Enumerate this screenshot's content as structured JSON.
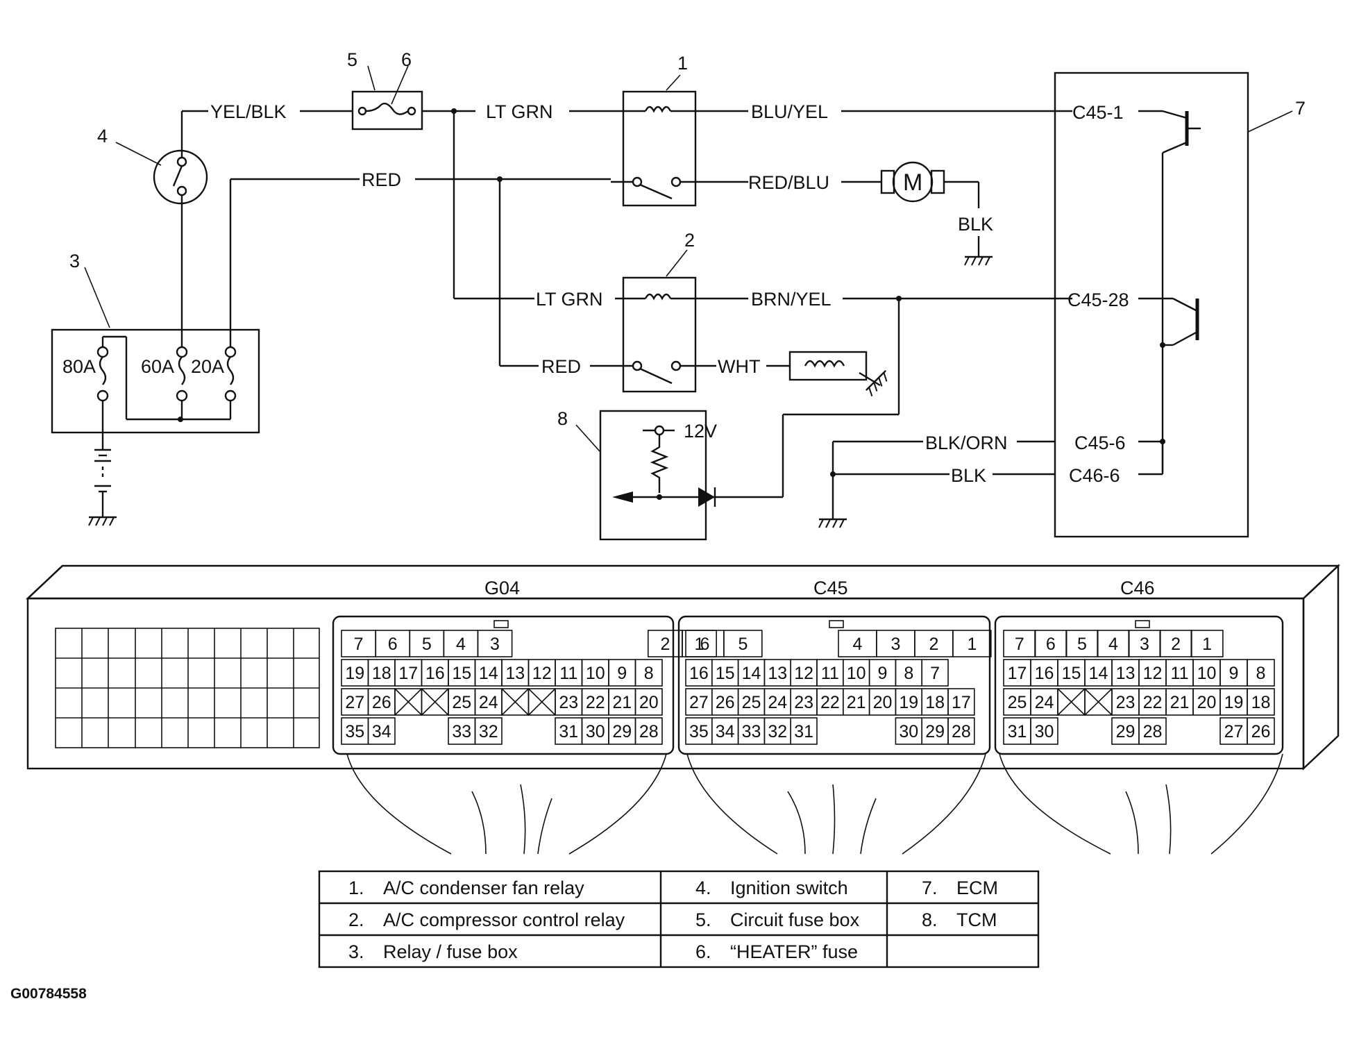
{
  "wires": {
    "yel_blk": "YEL/BLK",
    "lt_grn_1": "LT GRN",
    "lt_grn_2": "LT GRN",
    "red_1": "RED",
    "red_2": "RED",
    "blu_yel": "BLU/YEL",
    "red_blu": "RED/BLU",
    "blk_motor": "BLK",
    "brn_yel": "BRN/YEL",
    "wht": "WHT",
    "blk_orn": "BLK/ORN",
    "blk_ecm": "BLK"
  },
  "components": {
    "motor_symbol": "M",
    "voltage": "12V",
    "fuse_80": "80A",
    "fuse_60": "60A",
    "fuse_20": "20A"
  },
  "callouts": [
    "1",
    "2",
    "3",
    "4",
    "5",
    "6",
    "7",
    "8"
  ],
  "ecm_pins": {
    "c45_1": "C45-1",
    "c45_28": "C45-28",
    "c45_6": "C45-6",
    "c46_6": "C46-6"
  },
  "connectors": {
    "g04": {
      "name": "G04",
      "rows": [
        [
          "7",
          "6",
          "5",
          "4",
          "3",
          "2",
          "1"
        ],
        [
          "19",
          "18",
          "17",
          "16",
          "15",
          "14",
          "13",
          "12",
          "11",
          "10",
          "9",
          "8"
        ],
        [
          "27",
          "26",
          "25",
          "24",
          "23",
          "22",
          "21",
          "20"
        ],
        [
          "35",
          "34",
          "33",
          "32",
          "31",
          "30",
          "29",
          "28"
        ]
      ]
    },
    "c45": {
      "name": "C45",
      "rows": [
        [
          "6",
          "5",
          "4",
          "3",
          "2",
          "1"
        ],
        [
          "16",
          "15",
          "14",
          "13",
          "12",
          "11",
          "10",
          "9",
          "8",
          "7"
        ],
        [
          "27",
          "26",
          "25",
          "24",
          "23",
          "22",
          "21",
          "20",
          "19",
          "18",
          "17"
        ],
        [
          "35",
          "34",
          "33",
          "32",
          "31",
          "30",
          "29",
          "28"
        ]
      ]
    },
    "c46": {
      "name": "C46",
      "rows": [
        [
          "7",
          "6",
          "5",
          "4",
          "3",
          "2",
          "1"
        ],
        [
          "17",
          "16",
          "15",
          "14",
          "13",
          "12",
          "11",
          "10",
          "9",
          "8"
        ],
        [
          "25",
          "24",
          "23",
          "22",
          "21",
          "20",
          "19",
          "18"
        ],
        [
          "31",
          "30",
          "29",
          "28",
          "27",
          "26"
        ]
      ]
    }
  },
  "legend": [
    {
      "num": "1.",
      "text": "A/C condenser fan relay"
    },
    {
      "num": "2.",
      "text": "A/C compressor control relay"
    },
    {
      "num": "3.",
      "text": "Relay / fuse box"
    },
    {
      "num": "4.",
      "text": "Ignition switch"
    },
    {
      "num": "5.",
      "text": "Circuit fuse box"
    },
    {
      "num": "6.",
      "text": "“HEATER” fuse"
    },
    {
      "num": "7.",
      "text": "ECM"
    },
    {
      "num": "8.",
      "text": "TCM"
    }
  ],
  "figure_code": "G00784558"
}
